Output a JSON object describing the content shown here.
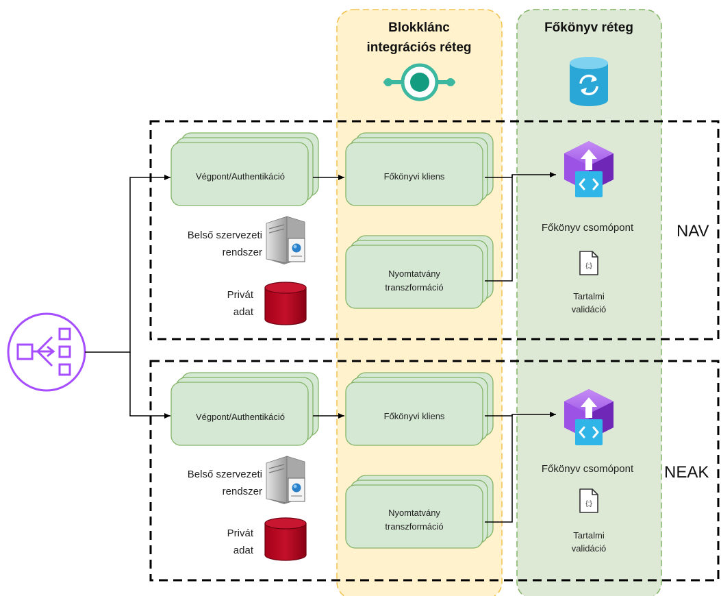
{
  "lanes": {
    "integration": {
      "title_line1": "Blokklánc",
      "title_line2": "integrációs réteg"
    },
    "ledger": {
      "title": "Főkönyv réteg"
    }
  },
  "groups": [
    {
      "name": "NAV",
      "endpoint": "Végpont/Authentikáció",
      "internal_line1": "Belső szervezeti",
      "internal_line2": "rendszer",
      "private_line1": "Privát",
      "private_line2": "adat",
      "client": "Főkönyvi kliens",
      "transform_line1": "Nyomtatvány",
      "transform_line2": "transzformáció",
      "node": "Főkönyv csomópont",
      "validation_line1": "Tartalmi",
      "validation_line2": "validáció"
    },
    {
      "name": "NEAK",
      "endpoint": "Végpont/Authentikáció",
      "internal_line1": "Belső szervezeti",
      "internal_line2": "rendszer",
      "private_line1": "Privát",
      "private_line2": "adat",
      "client": "Főkönyvi kliens",
      "transform_line1": "Nyomtatvány",
      "transform_line2": "transzformáció",
      "node": "Főkönyv csomópont",
      "validation_line1": "Tartalmi",
      "validation_line2": "validáció"
    }
  ],
  "colors": {
    "integration_lane_fill": "#fff2cc",
    "integration_lane_stroke": "#f2c14e",
    "ledger_lane_fill": "#dde9d5",
    "ledger_lane_stroke": "#82b366",
    "service_fill": "#d5e8d4",
    "service_stroke": "#82b366",
    "router_icon": "#a64dff",
    "blockchain_icon": "#3cb8a0",
    "database_icon": "#3bb5e0",
    "ledger_node_icon": "#9b4de0",
    "private_data": "#b2001d"
  },
  "icons": {
    "router": "router-fanout-icon",
    "blockchain": "blockchain-icon",
    "ledger_db": "database-sync-icon",
    "node": "ledger-node-cube-icon",
    "server": "server-icon",
    "private_data": "database-cylinder-icon",
    "validation": "json-document-icon"
  }
}
